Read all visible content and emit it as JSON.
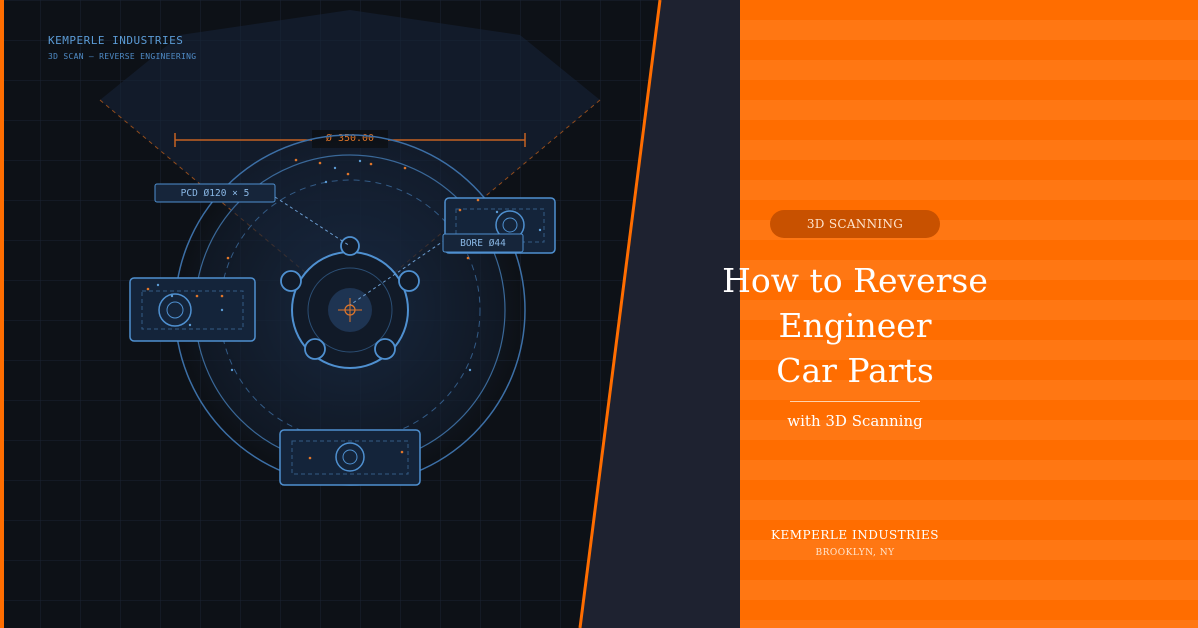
{
  "scan_panel": {
    "brand": "KEMPERLE INDUSTRIES",
    "brand_subtitle": "3D SCAN — REVERSE ENGINEERING",
    "dimension_label": "Ø 350.00",
    "pcd_label": "PCD Ø120 × 5",
    "bore_label": "BORE Ø44"
  },
  "promo": {
    "tag": "3D SCANNING",
    "headline_lines": [
      "How to Reverse",
      "Engineer",
      "Car Parts"
    ],
    "subtitle": "with 3D Scanning",
    "company": "KEMPERLE INDUSTRIES",
    "location": "BROOKLYN, NY"
  },
  "colors": {
    "background": "#0d1117",
    "divider_band": "#1e2230",
    "accent_orange": "#ff6d00",
    "scan_blue": "#4f90d0",
    "measure_orange": "#e0762a"
  }
}
